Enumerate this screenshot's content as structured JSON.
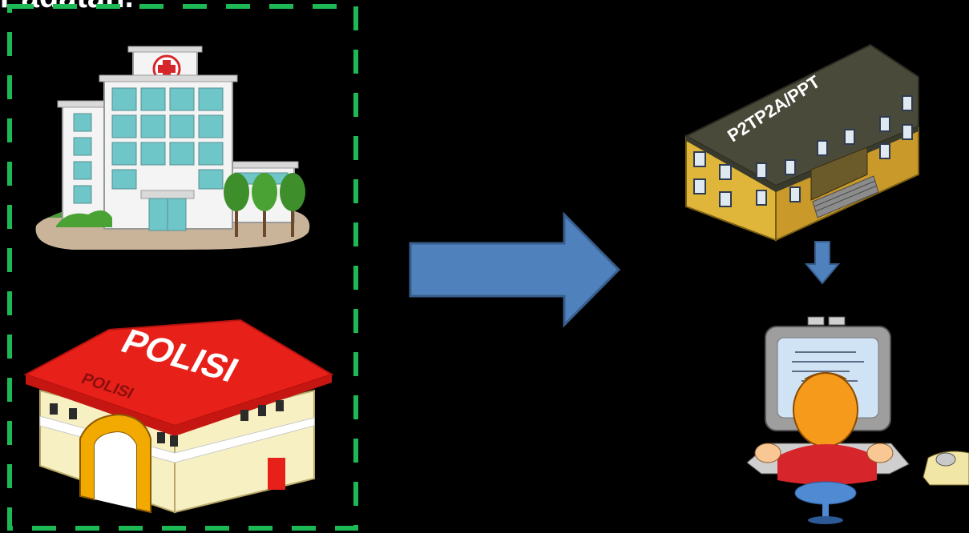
{
  "header": {
    "title_fragment": "Padatan."
  },
  "sources": {
    "hospital": {
      "icon": "hospital-icon"
    },
    "police": {
      "icon": "police-station-icon",
      "roof_label": "POLISI",
      "front_label": "POLISI"
    }
  },
  "destination": {
    "building_label": "P2TP2A/PPT",
    "icon": "office-building-icon"
  },
  "operator": {
    "icon": "computer-operator-icon"
  },
  "colors": {
    "group_border": "#1db954",
    "arrow_fill": "#4f81bd",
    "arrow_stroke": "#385d8a",
    "roof_red": "#e8201a",
    "building_yellow": "#e0b63a"
  }
}
